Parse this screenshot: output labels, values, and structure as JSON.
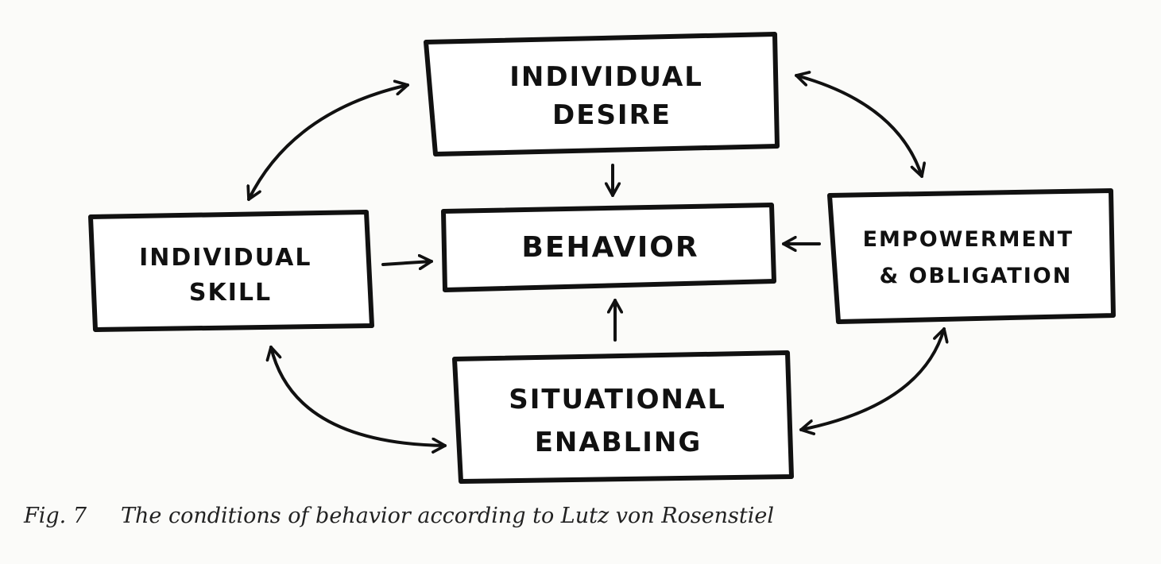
{
  "nodes": {
    "desire": {
      "lines": [
        "INDIVIDUAL",
        "DESIRE"
      ]
    },
    "behavior": {
      "lines": [
        "BEHAVIOR"
      ]
    },
    "skill": {
      "lines": [
        "INDIVIDUAL",
        "SKILL"
      ]
    },
    "empowerment": {
      "lines": [
        "EMPOWERMENT",
        "& OBLIGATION"
      ]
    },
    "enabling": {
      "lines": [
        "SITUATIONAL",
        "ENABLING"
      ]
    }
  },
  "edges": [
    {
      "from": "desire",
      "to": "behavior"
    },
    {
      "from": "skill",
      "to": "behavior"
    },
    {
      "from": "empowerment",
      "to": "behavior"
    },
    {
      "from": "enabling",
      "to": "behavior"
    },
    {
      "from": "skill",
      "to": "desire",
      "bidirectional": true
    },
    {
      "from": "desire",
      "to": "empowerment",
      "bidirectional": true
    },
    {
      "from": "skill",
      "to": "enabling",
      "bidirectional": true
    },
    {
      "from": "enabling",
      "to": "empowerment",
      "bidirectional": true
    }
  ],
  "caption": {
    "figure": "Fig. 7",
    "text": "The conditions of behavior according to Lutz von Rosenstiel"
  }
}
